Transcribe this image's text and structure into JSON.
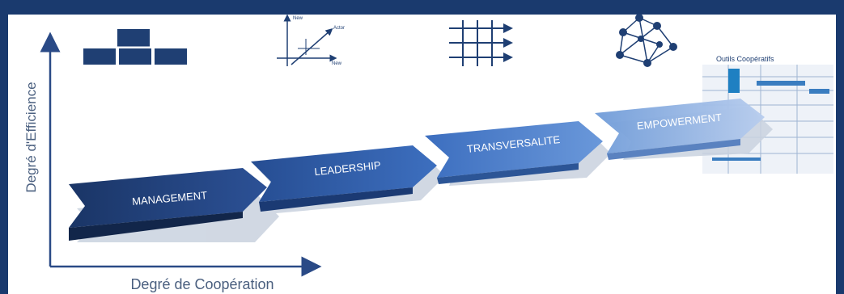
{
  "axes": {
    "y_label": "Degré d'Efficience",
    "x_label": "Degré de Coopération"
  },
  "stages": [
    {
      "label": "MANAGEMENT",
      "color": "#1d3f78"
    },
    {
      "label": "LEADERSHIP",
      "color": "#2e5da8"
    },
    {
      "label": "TRANSVERSALITE",
      "color": "#4a7fcf"
    },
    {
      "label": "EMPOWERMENT",
      "color": "#7fa6dc"
    }
  ],
  "icons": [
    {
      "name": "org-chart-icon"
    },
    {
      "name": "axes-graph-icon",
      "labels": [
        "New",
        "Actor",
        "New"
      ]
    },
    {
      "name": "grid-arrows-icon"
    },
    {
      "name": "network-icon"
    }
  ],
  "tools": {
    "title": "Outils Coopératifs"
  },
  "colors": {
    "frame": "#1a3a6e",
    "panel": "#ffffff",
    "axis": "#2a4a86",
    "icon": "#1f3f73"
  }
}
